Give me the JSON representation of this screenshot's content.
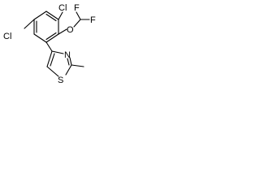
{
  "molecule": {
    "atoms": {
      "cl_top": "Cl",
      "cl_left": "Cl",
      "oxygen": "O",
      "fluorine_top": "F",
      "fluorine_right": "F",
      "sulfur": "S",
      "nitrogen": "N"
    },
    "colors": {
      "bond": "#000000",
      "label": "#000000",
      "background": "#ffffff"
    }
  }
}
